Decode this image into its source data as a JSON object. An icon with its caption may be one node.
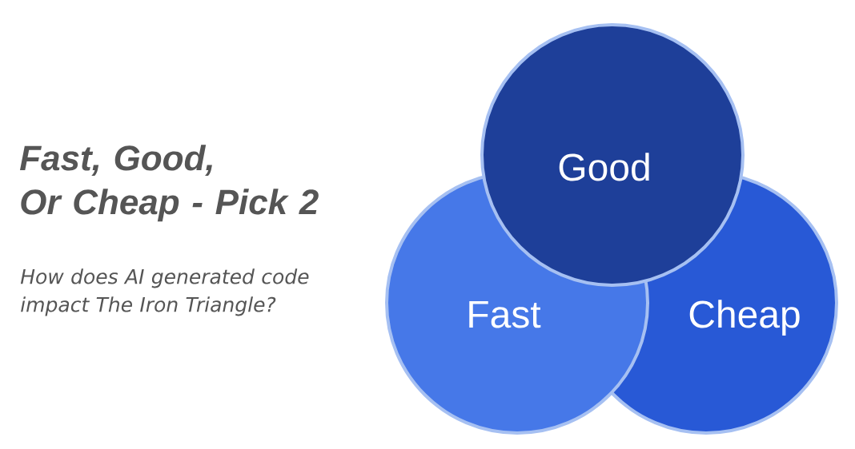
{
  "diagram": {
    "title": "Fast, Good, Or Cheap - Pick 2",
    "nodes": [
      {
        "text": [
          "Good"
        ]
      },
      {
        "text": [
          "Fast"
        ]
      },
      {
        "text": [
          "Cheap"
        ]
      }
    ],
    "labels": [
      "How does AI generated code impact The Iron Triangle?"
    ]
  }
}
